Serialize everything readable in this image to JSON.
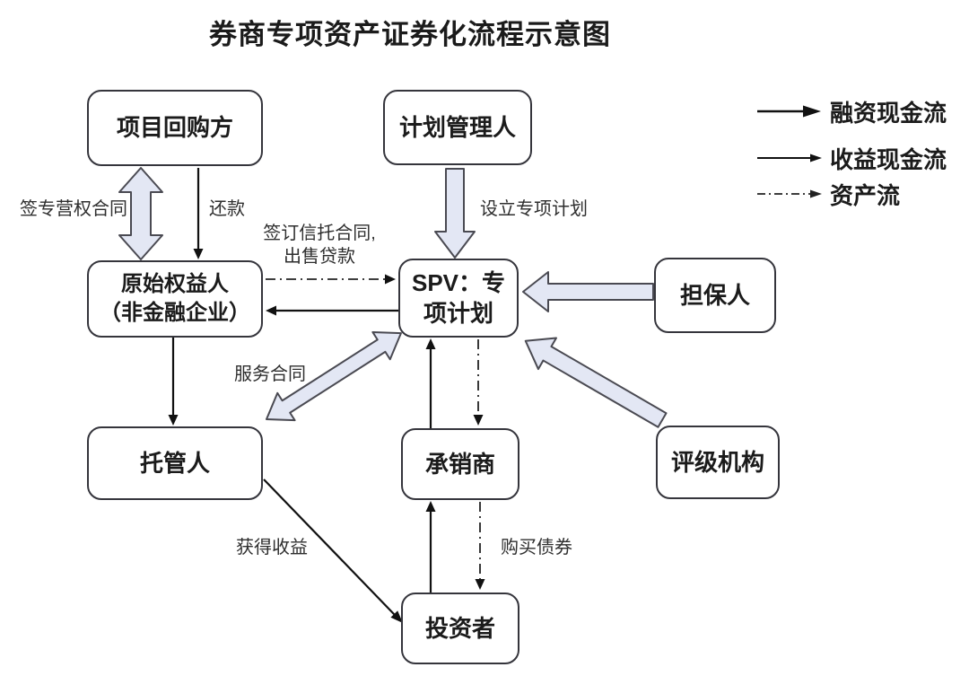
{
  "title": "券商专项资产证券化流程示意图",
  "colors": {
    "block_arrow_fill": "#e3e7f4",
    "block_arrow_stroke": "#4a4a52",
    "box_border": "#35353c",
    "text": "#1b1b1b"
  },
  "legend": {
    "items": [
      {
        "name": "financing-cash-flow",
        "label": "融资现金流",
        "style": "solid-bold-arrow"
      },
      {
        "name": "income-cash-flow",
        "label": "收益现金流",
        "style": "solid-thin-arrow"
      },
      {
        "name": "asset-flow",
        "label": "资产流",
        "style": "dash-dot-arrow"
      }
    ]
  },
  "nodes": {
    "project_repurchaser": {
      "label": "项目回购方"
    },
    "plan_manager": {
      "label": "计划管理人"
    },
    "original_obligor": {
      "line1": "原始权益人",
      "line2": "（非金融企业）"
    },
    "spv": {
      "line1": "SPV：专",
      "line2": "项计划"
    },
    "guarantor": {
      "label": "担保人"
    },
    "custodian": {
      "label": "托管人"
    },
    "underwriter": {
      "label": "承销商"
    },
    "rating_agency": {
      "label": "评级机构"
    },
    "investor": {
      "label": "投资者"
    }
  },
  "edge_labels": {
    "franchise": "签专营权合同",
    "repayment": "还款",
    "establish": "设立专项计划",
    "trust_line1": "签订信托合同,",
    "trust_line2": "出售贷款",
    "service": "服务合同",
    "income": "获得收益",
    "purchase": "购买债券"
  }
}
